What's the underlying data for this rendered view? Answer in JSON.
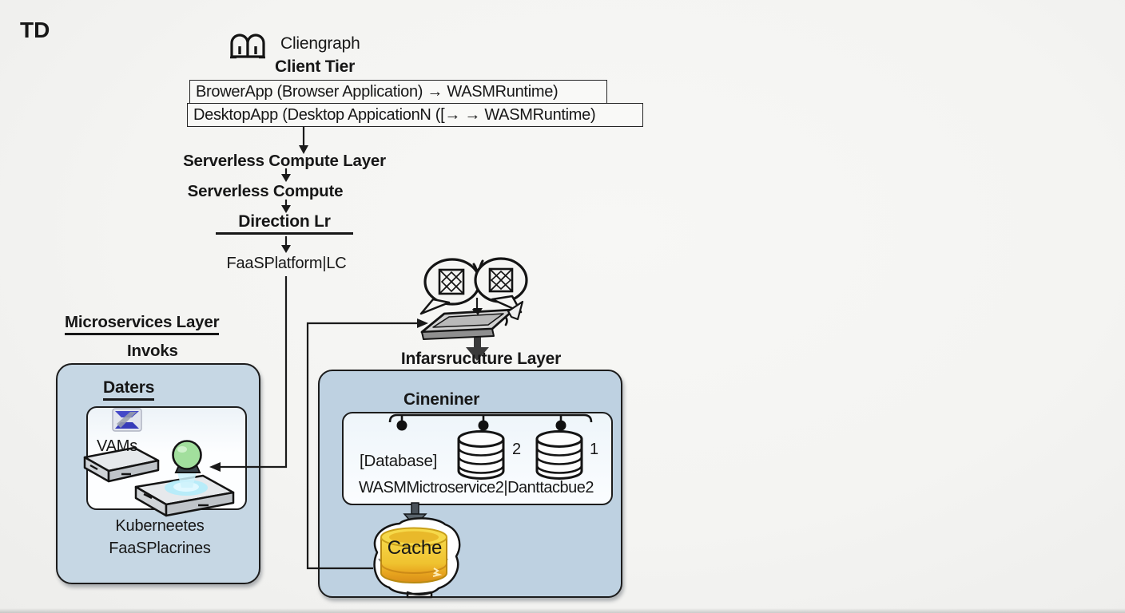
{
  "diagram": {
    "code_label": "TD",
    "header": {
      "brand": "Cliengraph",
      "tier": "Client Tier"
    },
    "client_nodes": [
      "BrowerApp (Browser Application) → WASMRuntime)",
      "DesktopApp (Desktop AppicationN ([→ → WASMRuntime)"
    ],
    "flow": {
      "l1": "Serverless Compute Layer",
      "l2": "Serverless Compute",
      "l3": "Direction Lr",
      "l4": "FaaSPlatform|LC"
    },
    "microservices": {
      "title": "Microservices Layer",
      "edge_label": "Invoks",
      "group_title": "Daters",
      "node_label": "VAMs",
      "caption1": "Kuberneetes",
      "caption2": "FaaSPlacrines"
    },
    "infrastructure": {
      "title": "Infarsrucuture Layer",
      "group_title": "Cineniner",
      "db_label": "[Database]",
      "db_badge_a": "2",
      "db_badge_b": "1",
      "service_label": "WASMMictroservice2|Danttacbue2",
      "cache_label": "Cache"
    },
    "colors": {
      "canvas": "#f4f4f2",
      "ink": "#171717",
      "panel_blue": "#c6d7e4",
      "panel_blue_deep": "#bed1e1",
      "card_white": "#fafcfe",
      "cache_gold": "#f2c935",
      "cache_shadow": "#dd9a1d",
      "sphere_green": "#a2df9d",
      "glow_cyan": "#bdeffb",
      "plate_gray": "#cfcfcf",
      "badge_blue": "#4449c8"
    }
  }
}
